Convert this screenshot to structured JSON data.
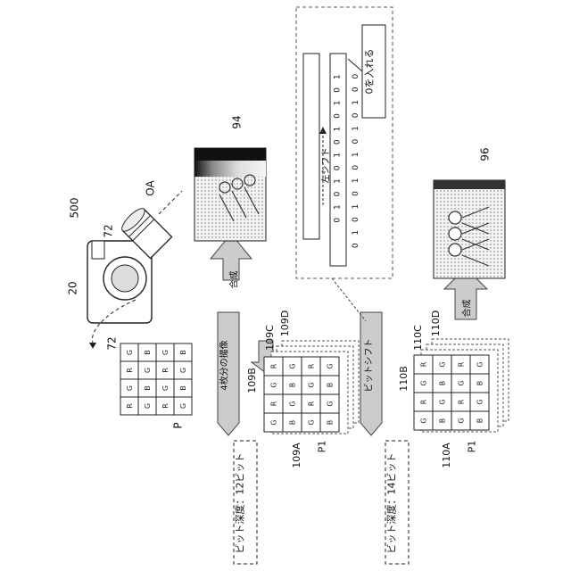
{
  "camera": {
    "ref": "500",
    "lens_ref": "72",
    "body_ref": "20",
    "axis_label": "OA"
  },
  "sensor": {
    "ref_top": "72",
    "ref_bottom": "P",
    "pattern": [
      [
        "R",
        "G",
        "R",
        "G"
      ],
      [
        "G",
        "B",
        "G",
        "B"
      ],
      [
        "R",
        "G",
        "R",
        "G"
      ],
      [
        "G",
        "B",
        "G",
        "B"
      ]
    ]
  },
  "step1": {
    "arrow_label": "4枚分の撮像"
  },
  "stack12": {
    "refs": [
      "109A",
      "109B",
      "109C",
      "109D"
    ],
    "p1": "P1",
    "depth_label": "ビット深度：12ビット"
  },
  "combine1": {
    "label": "合成",
    "image_ref": "94"
  },
  "step2": {
    "arrow_label": "ビットシフト"
  },
  "shift_detail": {
    "row_before": "0 1 0 1 0 1 0 1 0 1 0 1",
    "row_after": "0 1 0 1 0 1 0 1 0 1 0 1 0 0",
    "shift_label": "左シフト",
    "zero_label": "0を入れる"
  },
  "stack14": {
    "refs": [
      "110A",
      "110B",
      "110C",
      "110D"
    ],
    "p1": "P1",
    "depth_label": "ビット深度：14ビット"
  },
  "combine2": {
    "label": "合成",
    "image_ref": "96"
  }
}
